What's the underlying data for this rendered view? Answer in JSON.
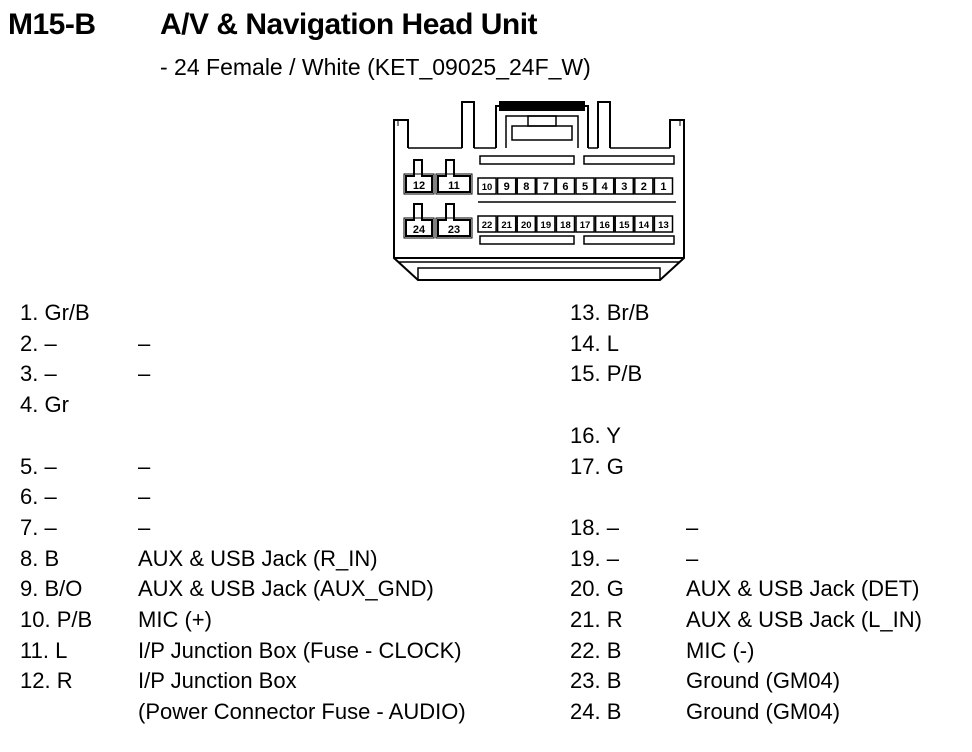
{
  "header": {
    "code": "M15-B",
    "title": "A/V & Navigation Head Unit",
    "subtitle": "- 24 Female / White (KET_09025_24F_W)"
  },
  "connector": {
    "row1_small": [
      "10",
      "9",
      "8",
      "7",
      "6",
      "5",
      "4",
      "3",
      "2",
      "1"
    ],
    "row2_small": [
      "22",
      "21",
      "20",
      "19",
      "18",
      "17",
      "16",
      "15",
      "14",
      "13"
    ],
    "big_top": [
      "12",
      "11"
    ],
    "big_bottom": [
      "24",
      "23"
    ]
  },
  "pins_left": [
    {
      "num": "1. Gr/B",
      "desc": ""
    },
    {
      "num": "2. –",
      "desc": "–"
    },
    {
      "num": "3. –",
      "desc": "–"
    },
    {
      "num": "4. Gr",
      "desc": ""
    },
    {
      "num": "",
      "desc": ""
    },
    {
      "num": "5. –",
      "desc": "–"
    },
    {
      "num": "6. –",
      "desc": "–"
    },
    {
      "num": "7. –",
      "desc": "–"
    },
    {
      "num": "8. B",
      "desc": "AUX & USB Jack (R_IN)"
    },
    {
      "num": "9. B/O",
      "desc": "AUX & USB Jack (AUX_GND)"
    },
    {
      "num": "10. P/B",
      "desc": "MIC (+)"
    },
    {
      "num": "11. L",
      "desc": "I/P Junction Box (Fuse - CLOCK)"
    },
    {
      "num": "12. R",
      "desc": "I/P Junction Box"
    },
    {
      "num": "",
      "desc": "(Power Connector Fuse - AUDIO)"
    }
  ],
  "pins_right": [
    {
      "num": "13. Br/B",
      "desc": ""
    },
    {
      "num": "14. L",
      "desc": ""
    },
    {
      "num": "15. P/B",
      "desc": ""
    },
    {
      "num": "",
      "desc": ""
    },
    {
      "num": "16. Y",
      "desc": ""
    },
    {
      "num": "17. G",
      "desc": ""
    },
    {
      "num": "",
      "desc": ""
    },
    {
      "num": "18. –",
      "desc": "–"
    },
    {
      "num": "19. –",
      "desc": "–"
    },
    {
      "num": "20. G",
      "desc": "AUX & USB Jack (DET)"
    },
    {
      "num": "21. R",
      "desc": "AUX & USB Jack (L_IN)"
    },
    {
      "num": "22. B",
      "desc": "MIC (-)"
    },
    {
      "num": "23. B",
      "desc": "Ground (GM04)"
    },
    {
      "num": "24. B",
      "desc": "Ground (GM04)"
    }
  ]
}
